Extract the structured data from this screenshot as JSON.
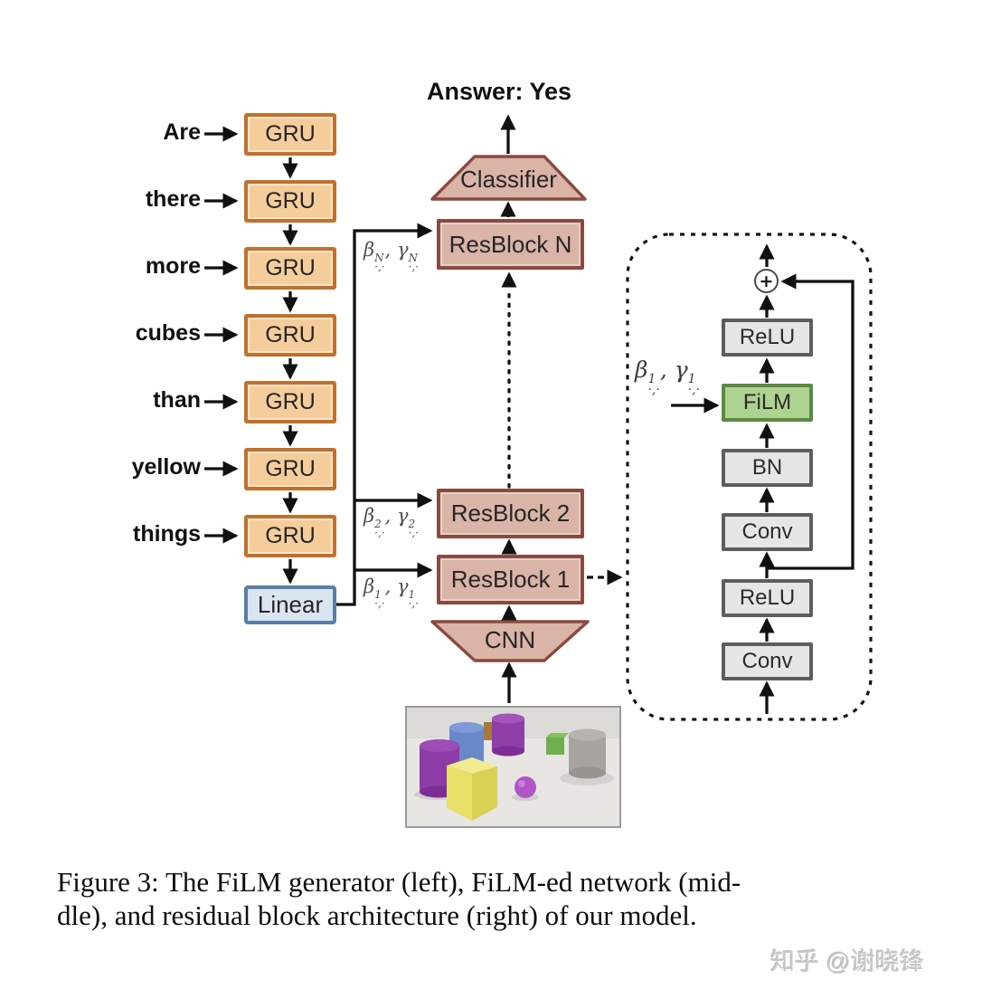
{
  "figure": {
    "answer": "Answer: Yes",
    "caption_line1": "Figure 3: The FiLM generator (left), FiLM-ed network (mid-",
    "caption_line2": "dle), and residual block architecture (right) of our model.",
    "watermark": "知乎 @谢晓锋"
  },
  "generator": {
    "words": [
      "Are",
      "there",
      "more",
      "cubes",
      "than",
      "yellow",
      "things"
    ],
    "gru_label": "GRU",
    "linear_label": "Linear"
  },
  "network": {
    "classifier_label": "Classifier",
    "resblock_n_label": "ResBlock N",
    "resblock_2_label": "ResBlock 2",
    "resblock_1_label": "ResBlock 1",
    "cnn_label": "CNN"
  },
  "resblock_detail": {
    "relu_top": "ReLU",
    "film": "FiLM",
    "bn": "BN",
    "conv_mid": "Conv",
    "relu_bottom": "ReLU",
    "conv_bottom": "Conv",
    "plus": "+"
  },
  "math": {
    "beta": "β",
    "gamma": "γ",
    "comma": ",",
    "sub": "·,·",
    "sup_n": "N",
    "sup_2": "2",
    "sup_1": "1"
  },
  "scene_objects": [
    "purple cylinder",
    "blue cylinder",
    "brown cube",
    "purple cylinder",
    "yellow cube",
    "purple sphere",
    "green cube",
    "gray cylinder"
  ],
  "colors": {
    "gru_fill": "#f5cd9b",
    "gru_border": "#c0712c",
    "rose_fill": "#d9b4a7",
    "rose_border": "#8a4a3e",
    "linear_fill": "#dbe5f1",
    "linear_border": "#5b7fa6",
    "film_fill": "#aed390",
    "film_border": "#5a8a42",
    "gray_fill": "#e6e6e6",
    "gray_border": "#5d5d5d",
    "arrow": "#111111"
  }
}
